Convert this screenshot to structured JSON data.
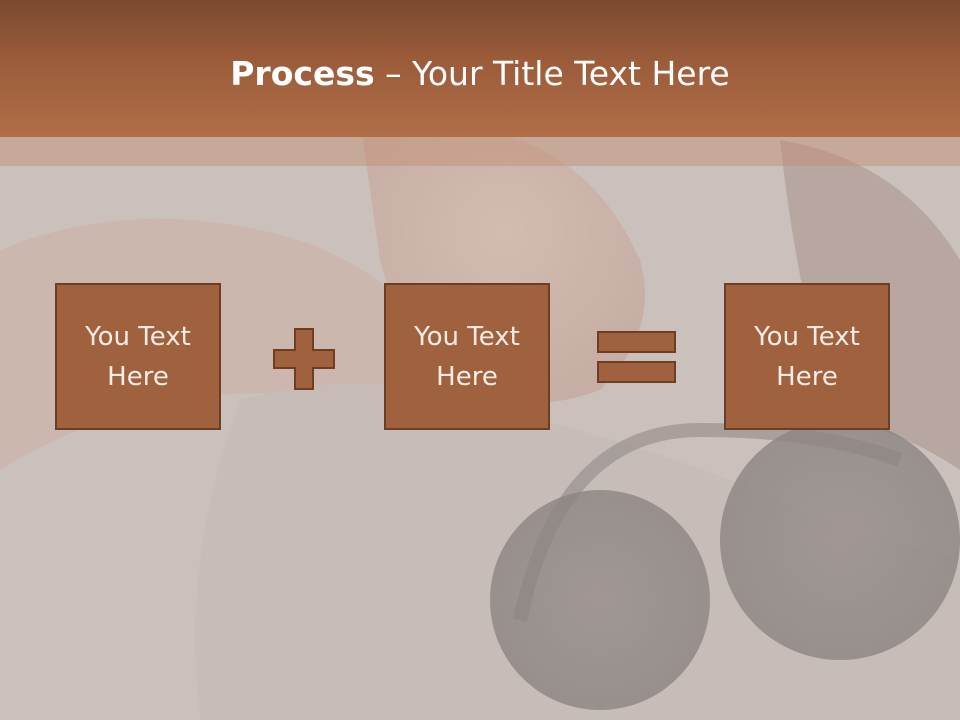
{
  "title": {
    "bold": "Process",
    "rest": " – Your Title Text Here"
  },
  "process": {
    "boxes": [
      {
        "text": "You Text Here"
      },
      {
        "text": "You Text Here"
      },
      {
        "text": "You Text Here"
      }
    ],
    "operators": [
      "plus-icon",
      "equals-icon"
    ]
  },
  "colors": {
    "title_bar": "#9c5c3a",
    "box_fill": "#a0623e",
    "box_border": "#6e3e24",
    "text_light": "#ffffff"
  }
}
